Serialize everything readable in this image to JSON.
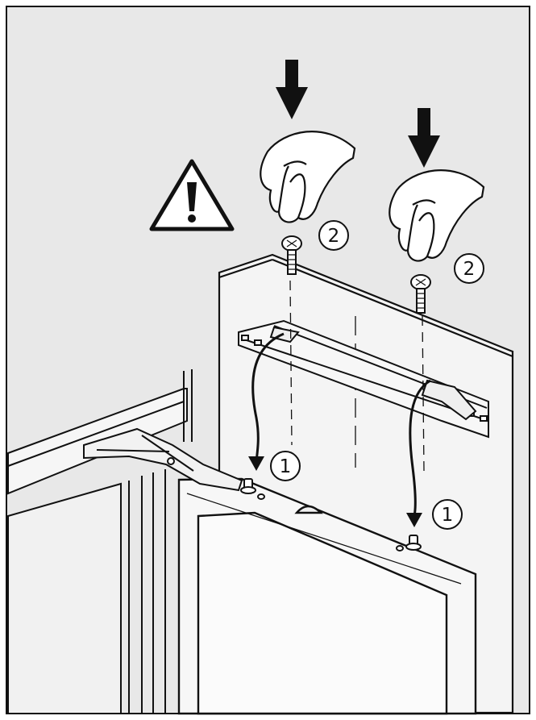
{
  "callouts": {
    "step_1_left": "1",
    "step_1_right": "1",
    "step_2_left": "2",
    "step_2_right": "2"
  },
  "icons": {
    "warning": "warning-triangle-icon",
    "press_arrow": "arrow-down-icon",
    "hand": "pinching-hand-icon",
    "screw": "screw-icon"
  },
  "colors": {
    "background": "#e8e8e8",
    "panel": "#f3f3f3",
    "line": "#111111",
    "white": "#ffffff"
  }
}
